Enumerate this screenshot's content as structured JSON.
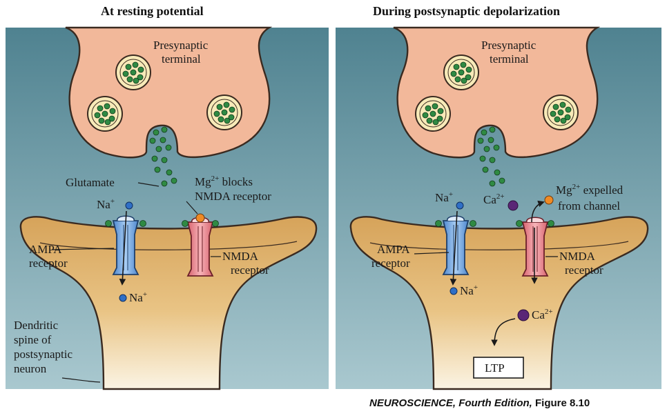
{
  "titles": {
    "left": "At resting potential",
    "right": "During postsynaptic depolarization"
  },
  "labels": {
    "presynaptic_line1": "Presynaptic",
    "presynaptic_line2": "terminal",
    "glutamate": "Glutamate",
    "na": "Na",
    "plus": "+",
    "mg_blocks": "Mg",
    "two_plus": "2+",
    "blocks": " blocks",
    "nmda_receptor_line": "NMDA receptor",
    "ampa_line1": "AMPA",
    "receptor": "receptor",
    "nmda_line1": "NMDA",
    "dendritic_1": "Dendritic",
    "dendritic_2": "spine of",
    "dendritic_3": "postsynaptic",
    "dendritic_4": "neuron",
    "ca": "Ca",
    "expelled": " expelled",
    "from_channel": "from channel",
    "ltp": "LTP"
  },
  "credit": {
    "book": "NEUROSCIENCE,",
    "edition": " Fourth Edition,",
    "figure": " Figure 8.10"
  },
  "colors": {
    "panel_top": "#4f8290",
    "panel_bottom": "#a9c8cf",
    "terminal": "#f2b89a",
    "spine": "#dcaa62",
    "vesicle": "#f7eab8",
    "glutamate": "#2f8a43",
    "na_ion": "#2f6fc6",
    "mg_ion": "#f08a24",
    "ca_ion": "#5a2676",
    "ampa": "#6aa3de",
    "nmda": "#e6808a"
  }
}
